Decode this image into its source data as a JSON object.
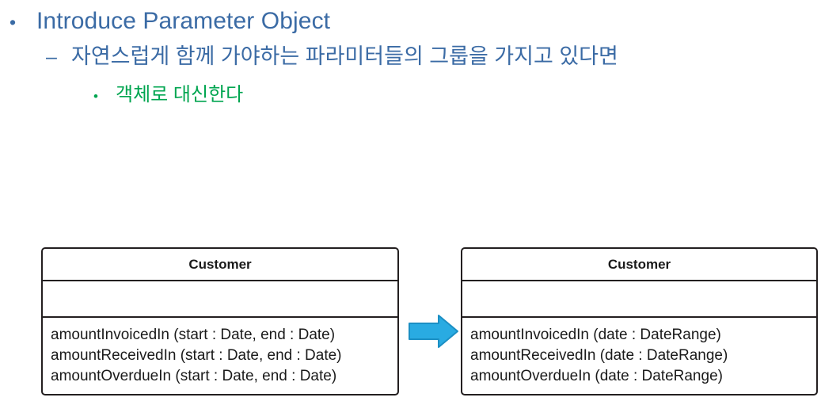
{
  "slide": {
    "outline": [
      {
        "level": 1,
        "marker": "•",
        "text": "Introduce Parameter Object",
        "color": "#3b6ba5"
      },
      {
        "level": 2,
        "marker": "–",
        "text": "자연스럽게 함께 가야하는 파라미터들의 그룹을 가지고 있다면",
        "color": "#3b6ba5"
      },
      {
        "level": 3,
        "marker": "•",
        "text": "객체로 대신한다",
        "color": "#00a550"
      }
    ]
  },
  "diagram": {
    "arrow": {
      "icon": "right-arrow-icon",
      "color": "#29ABE2",
      "border_color": "#1b8fc4",
      "direction": "right"
    },
    "before": {
      "class_name": "Customer",
      "attributes": [],
      "operations": [
        "amountInvoicedIn (start : Date, end : Date)",
        "amountReceivedIn (start : Date, end : Date)",
        "amountOverdueIn (start : Date, end : Date)"
      ]
    },
    "after": {
      "class_name": "Customer",
      "attributes": [],
      "operations": [
        "amountInvoicedIn (date : DateRange)",
        "amountReceivedIn (date : DateRange)",
        "amountOverdueIn (date : DateRange)"
      ]
    }
  }
}
